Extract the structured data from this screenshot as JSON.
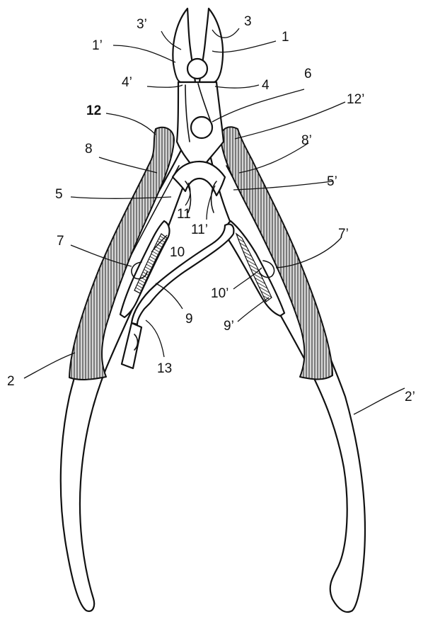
{
  "labels": {
    "l1": "1",
    "l1p": "1’",
    "l2": "2",
    "l2p": "2’",
    "l3": "3",
    "l3p": "3’",
    "l4": "4",
    "l4p": "4’",
    "l5": "5",
    "l5p": "5’",
    "l6": "6",
    "l7": "7",
    "l7p": "7’",
    "l8": "8",
    "l8p": "8’",
    "l9": "9",
    "l9p": "9’",
    "l10": "10",
    "l10p": "10’",
    "l11": "11",
    "l11p": "11’",
    "l12": "12",
    "l12p": "12’",
    "l13": "13"
  }
}
